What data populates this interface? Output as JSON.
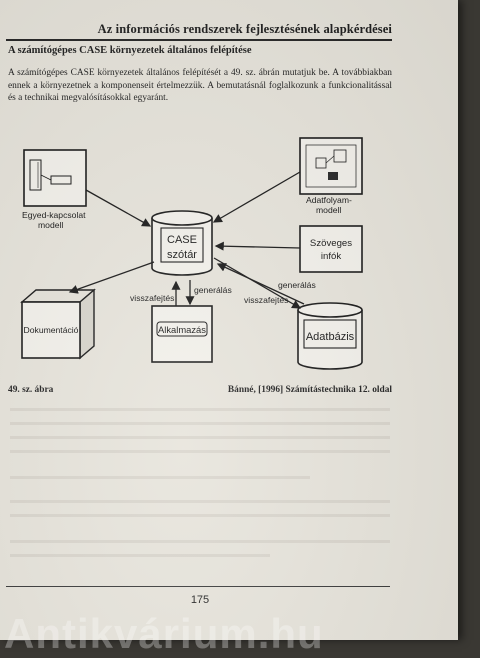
{
  "header": {
    "title": "Az információs rendszerek fejlesztésének alapkérdései"
  },
  "section": {
    "title": "A számítógépes CASE környezetek általános felépítése"
  },
  "paragraph": "A számítógépes CASE környezetek általános felépítését a 49. sz. ábrán mutatjuk be. A továbbiakban ennek a környezetnek a komponenseit értelmezzük. A bemutatásnál foglalkozunk a funkcionalitással és a technikai megvalósításokkal egyaránt.",
  "diagram": {
    "labels": {
      "entity_model": "Egyed-kapcsolat",
      "entity_model_2": "modell",
      "dataflow_model": "Adatfolyam-",
      "dataflow_model_2": "modell",
      "case_line1": "CASE",
      "case_line2": "szótár",
      "text_info_1": "Szöveges",
      "text_info_2": "infók",
      "documentation": "Dokumentáció",
      "application": "Alkalmazás",
      "database": "Adatbázis",
      "reverse_eng_left": "visszafejtés",
      "generation_left": "generálás",
      "generation_right": "generálás",
      "reverse_eng_right": "visszafejtés"
    }
  },
  "caption": {
    "figure": "49. sz. ábra",
    "source": "Bánné, [1996] Számítástechnika 12. oldal"
  },
  "footer": {
    "page_number": "175"
  },
  "watermark": "Antikvárium.hu"
}
